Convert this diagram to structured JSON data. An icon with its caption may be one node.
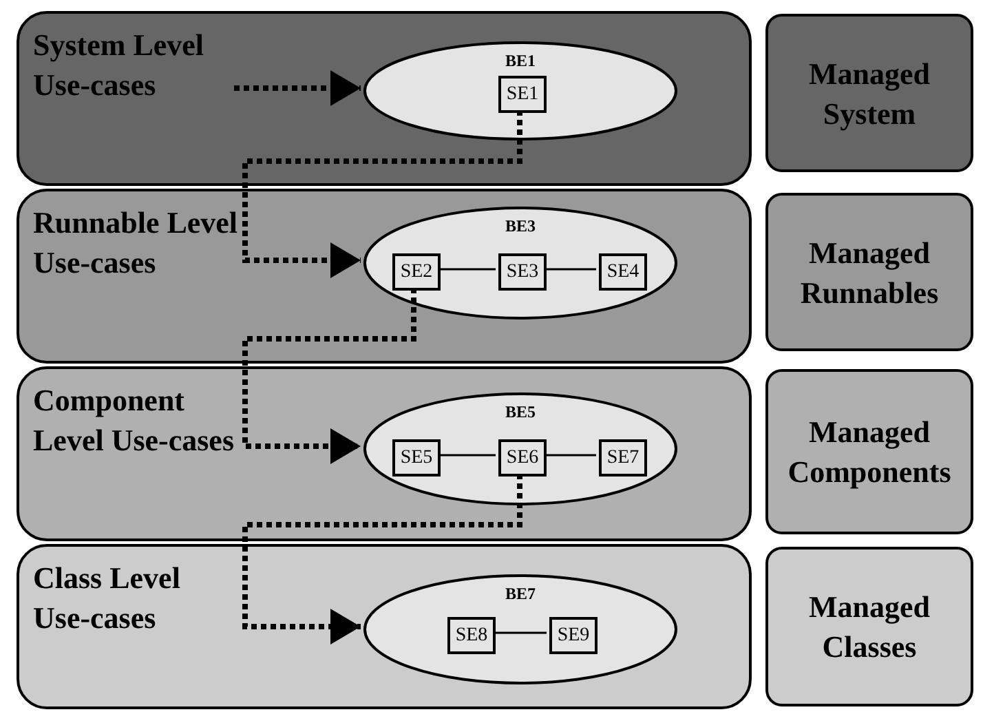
{
  "diagram": {
    "nodes": [
      {
        "text": [
          "System Level Use-cases"
        ]
      },
      {
        "text": [
          "BE1"
        ],
        "in": 0
      },
      {
        "text": [
          "SE1"
        ],
        "in": 1
      },
      {
        "text": [
          "Managed System"
        ]
      },
      {
        "text": [
          "Runnable Level Use-cases"
        ]
      },
      {
        "text": [
          "BE3"
        ],
        "in": 4
      },
      {
        "text": [
          "SE2"
        ],
        "in": 5
      },
      {
        "text": [
          "SE3"
        ],
        "in": 5
      },
      {
        "text": [
          "SE4"
        ],
        "in": 5
      },
      {
        "text": [
          "Managed Runnables"
        ]
      },
      {
        "text": [
          "Component Level Use-cases"
        ]
      },
      {
        "text": [
          "BE5"
        ],
        "in": 10
      },
      {
        "text": [
          "SE5"
        ],
        "in": 11
      },
      {
        "text": [
          "SE6"
        ],
        "in": 11
      },
      {
        "text": [
          "SE7"
        ],
        "in": 11
      },
      {
        "text": [
          "Managed Components"
        ]
      },
      {
        "text": [
          "Class Level Use-cases"
        ]
      },
      {
        "text": [
          "BE7"
        ],
        "in": 16
      },
      {
        "text": [
          "SE8"
        ],
        "in": 17
      },
      {
        "text": [
          "SE9"
        ],
        "in": 17
      },
      {
        "text": [
          "Managed Classes"
        ]
      }
    ],
    "edges": [
      {
        "from": null,
        "to": 1,
        "arrow": "to",
        "style": "dashed"
      },
      {
        "from": 2,
        "to": 5,
        "arrow": "to",
        "style": "dashed"
      },
      {
        "from": 6,
        "to": 11,
        "arrow": "to",
        "style": "dashed"
      },
      {
        "from": 13,
        "to": 17,
        "arrow": "to",
        "style": "dashed"
      },
      {
        "from": 6,
        "to": 7,
        "arrow": "none"
      },
      {
        "from": 7,
        "to": 8,
        "arrow": "none"
      },
      {
        "from": 12,
        "to": 13,
        "arrow": "none"
      },
      {
        "from": 13,
        "to": 14,
        "arrow": "none"
      },
      {
        "from": 18,
        "to": 19,
        "arrow": "none"
      }
    ]
  }
}
